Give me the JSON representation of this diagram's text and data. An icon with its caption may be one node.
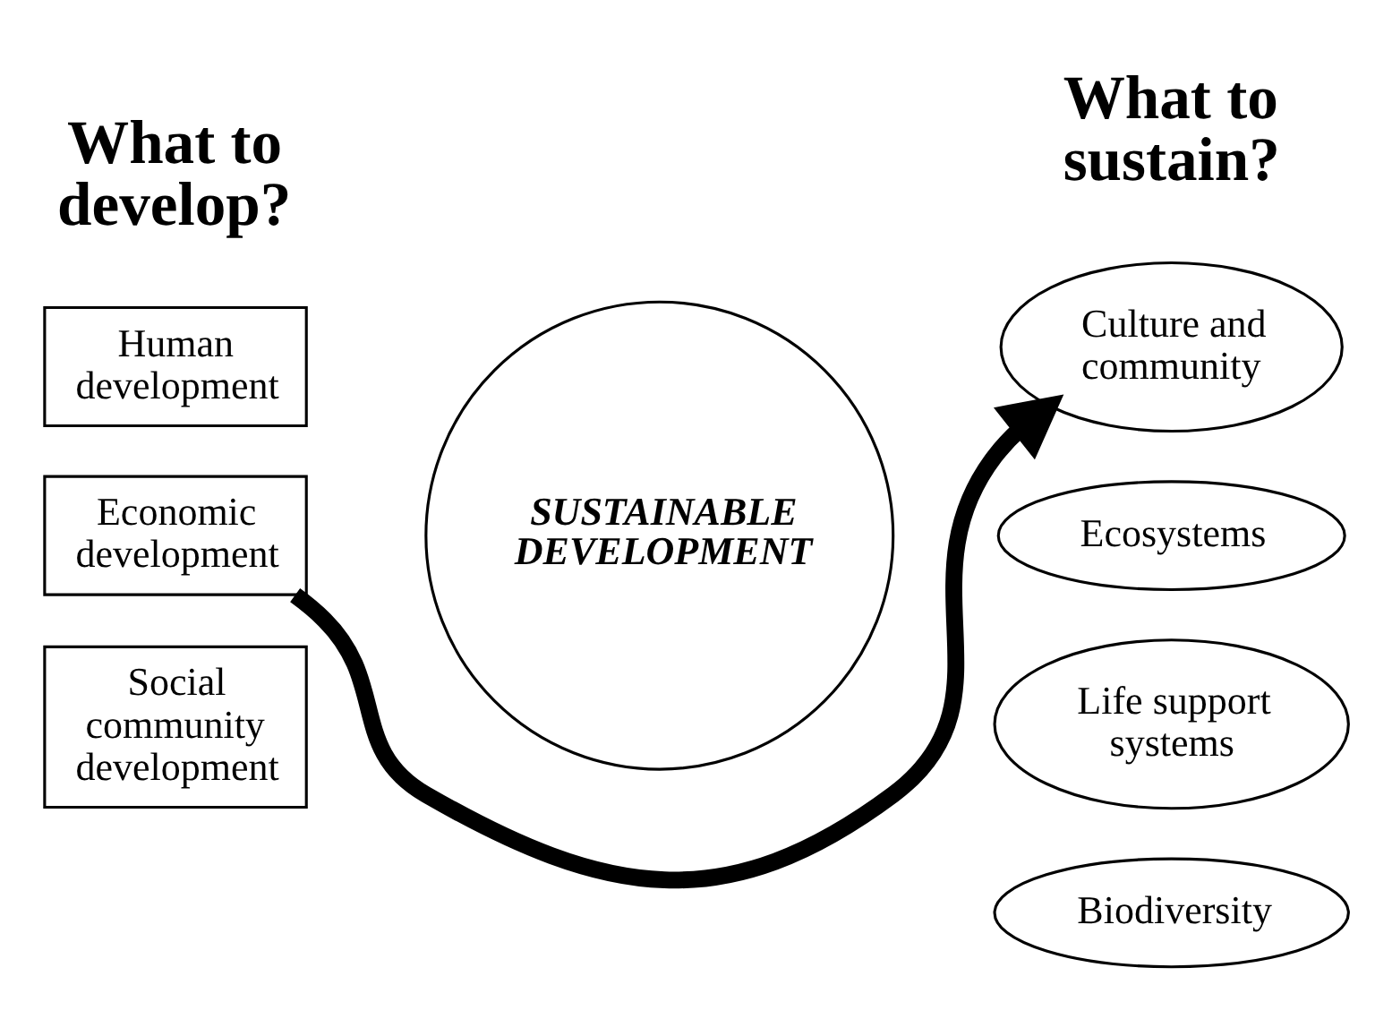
{
  "diagram": {
    "nodes": [
      {
        "text": [
          "Human development"
        ]
      },
      {
        "text": [
          "Economic development"
        ]
      },
      {
        "text": [
          "Social community development"
        ]
      },
      {
        "text": [
          "SUSTAINABLE DEVELOPMENT"
        ]
      },
      {
        "text": [
          "Culture and community"
        ]
      },
      {
        "text": [
          "Ecosystems"
        ]
      },
      {
        "text": [
          "Life support systems"
        ]
      },
      {
        "text": [
          "Biodiversity"
        ]
      }
    ],
    "edges": [
      {
        "from": 1,
        "to": 4,
        "arrow": "to"
      }
    ],
    "labels": [
      "What to develop?",
      "What to sustain?"
    ]
  }
}
